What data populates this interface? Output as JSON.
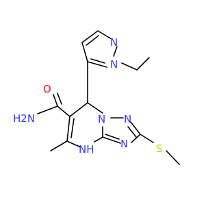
{
  "colors": {
    "background": "#ffffff",
    "bond": "#000000",
    "nitrogen": "#3333ff",
    "oxygen": "#ff0d0d",
    "sulfur": "#cccc00"
  },
  "atom_labels": {
    "n_pyrazole_top": "N",
    "n_pyrazole_ethyl": "N",
    "o_carbonyl": "O",
    "nh2_amide": "H2N",
    "n_triazole_top": "N",
    "n_triazole_right": "N",
    "n_bridge": "N",
    "nh_ring": "NH",
    "s_thioether": "S"
  }
}
